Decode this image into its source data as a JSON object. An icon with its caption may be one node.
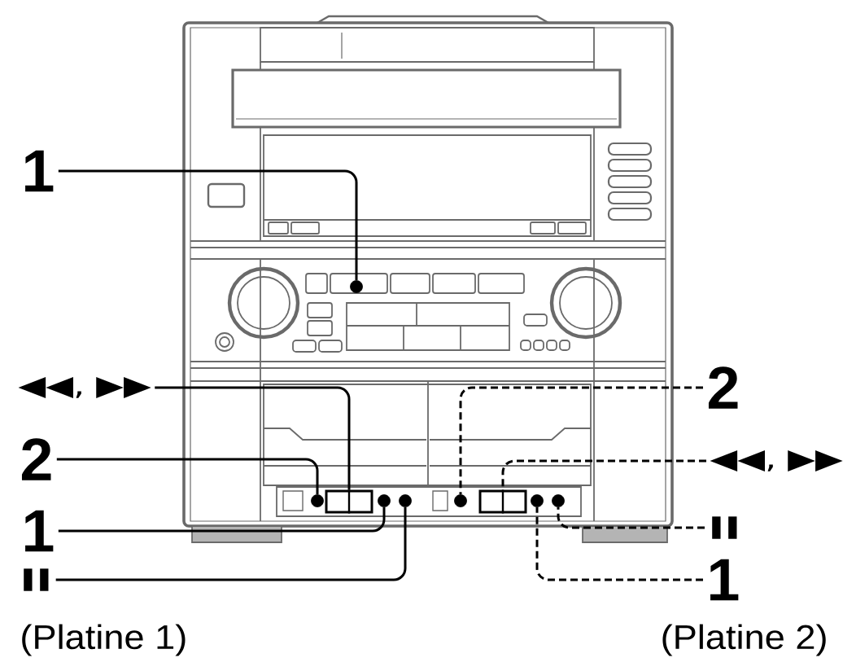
{
  "diagram": {
    "nodes": [
      {
        "text": [
          "1"
        ]
      },
      {
        "text": [
          "◀◀, ▶▶"
        ]
      },
      {
        "text": [
          "2"
        ]
      },
      {
        "text": [
          "1"
        ]
      },
      {
        "text": [
          "II"
        ]
      },
      {
        "text": [
          "2"
        ]
      },
      {
        "text": [
          "◀◀, ▶▶"
        ]
      },
      {
        "text": [
          "II"
        ]
      },
      {
        "text": [
          "1"
        ]
      },
      {
        "text": [],
        "shape": "circle"
      },
      {
        "text": [],
        "shape": "circle"
      },
      {
        "text": [],
        "shape": "box"
      },
      {
        "text": [],
        "shape": "circle"
      },
      {
        "text": [],
        "shape": "circle"
      },
      {
        "text": [],
        "shape": "circle"
      },
      {
        "text": [],
        "shape": "box"
      },
      {
        "text": [],
        "shape": "circle"
      },
      {
        "text": [],
        "shape": "circle"
      }
    ],
    "edges": [
      {
        "from": 0,
        "to": 9,
        "arrow": "none"
      },
      {
        "from": 1,
        "to": 11,
        "arrow": "none"
      },
      {
        "from": 2,
        "to": 10,
        "arrow": "none"
      },
      {
        "from": 3,
        "to": 12,
        "arrow": "none"
      },
      {
        "from": 4,
        "to": 13,
        "arrow": "none"
      },
      {
        "from": 5,
        "to": 14,
        "arrow": "none",
        "style": "dashed"
      },
      {
        "from": 6,
        "to": 15,
        "arrow": "none",
        "style": "dashed"
      },
      {
        "from": 7,
        "to": 17,
        "arrow": "none",
        "style": "dashed"
      },
      {
        "from": 8,
        "to": 16,
        "arrow": "none",
        "style": "dashed"
      }
    ],
    "labels": [
      "(Platine 1)",
      "(Platine 2)"
    ]
  }
}
